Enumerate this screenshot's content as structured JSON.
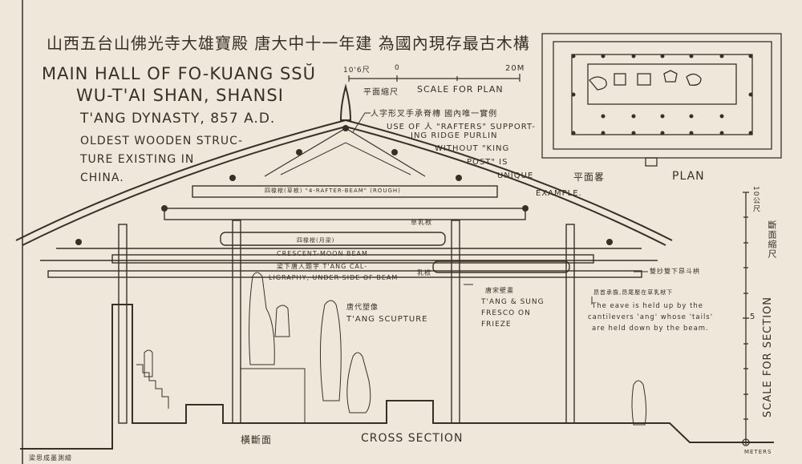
{
  "title": {
    "chinese": "山西五台山佛光寺大雄寶殿 唐大中十一年建 為國內現存最古木構",
    "english_1": "MAIN HALL OF FO-KUANG SSŬ",
    "english_2": "WU-T'AI SHAN, SHANSI",
    "dynasty": "T'ANG DYNASTY, 857 A.D.",
    "note_lines": [
      "OLDEST WOODEN STRUC-",
      "TURE EXISTING IN",
      "CHINA."
    ]
  },
  "plan_scale": {
    "left_label": "10'6尺",
    "zero_label": "0",
    "right_label": "20M",
    "chinese": "平面縮尺",
    "english": "SCALE FOR PLAN"
  },
  "plan": {
    "chinese": "平面畧",
    "english": "PLAN"
  },
  "annotations": {
    "rafters_cn": "人字形叉手承脊槫 國內唯一實例",
    "rafters_en": [
      "USE OF 人 \"RAFTERS\" SUPPORT-",
      "ING RIDGE PURLIN",
      "WITHOUT \"KING",
      "POST\" IS",
      "UNIQUE",
      "EXAMPLE."
    ],
    "four_rafter_beam": "四椽栿(草栿) \"4-RAFTER-BEAM\" (ROUGH)",
    "cao_ru_fu": "草乳栿",
    "crescent_cn": "四椽栿(月梁)",
    "crescent_en": [
      "CRESCENT-MOON BEAM",
      "梁下唐人題字 T'ANG CAL-",
      "LIGRAPHY, UNDER SIDE OF BEAM"
    ],
    "ru_fu": "乳栿",
    "bracket_cn": "雙抄雙下昂斗栱",
    "eave_cn": "昂首承擔,昂尾壓在草乳栿下",
    "eave_en": [
      "The eave is held up by the",
      "cantilevers 'ang' whose 'tails'",
      "are held down by the beam."
    ],
    "fresco_cn": "唐宋壁畫",
    "fresco_en": [
      "T'ANG & SUNG",
      "FRESCO ON",
      "FRIEZE"
    ],
    "sculpture_cn": "唐代塑像",
    "sculpture_en": "T'ANG SCUPTURE"
  },
  "section_scale": {
    "top_label": "10公尺",
    "mid_label": "5",
    "chinese": "斷面縮尺",
    "english": "SCALE FOR SECTION",
    "units": "METERS"
  },
  "caption": {
    "chinese": "橫斷面",
    "english": "CROSS SECTION"
  },
  "signature": "梁思成墨測繪",
  "colors": {
    "paper": "#efe8da",
    "ink": "#3a2f27"
  }
}
